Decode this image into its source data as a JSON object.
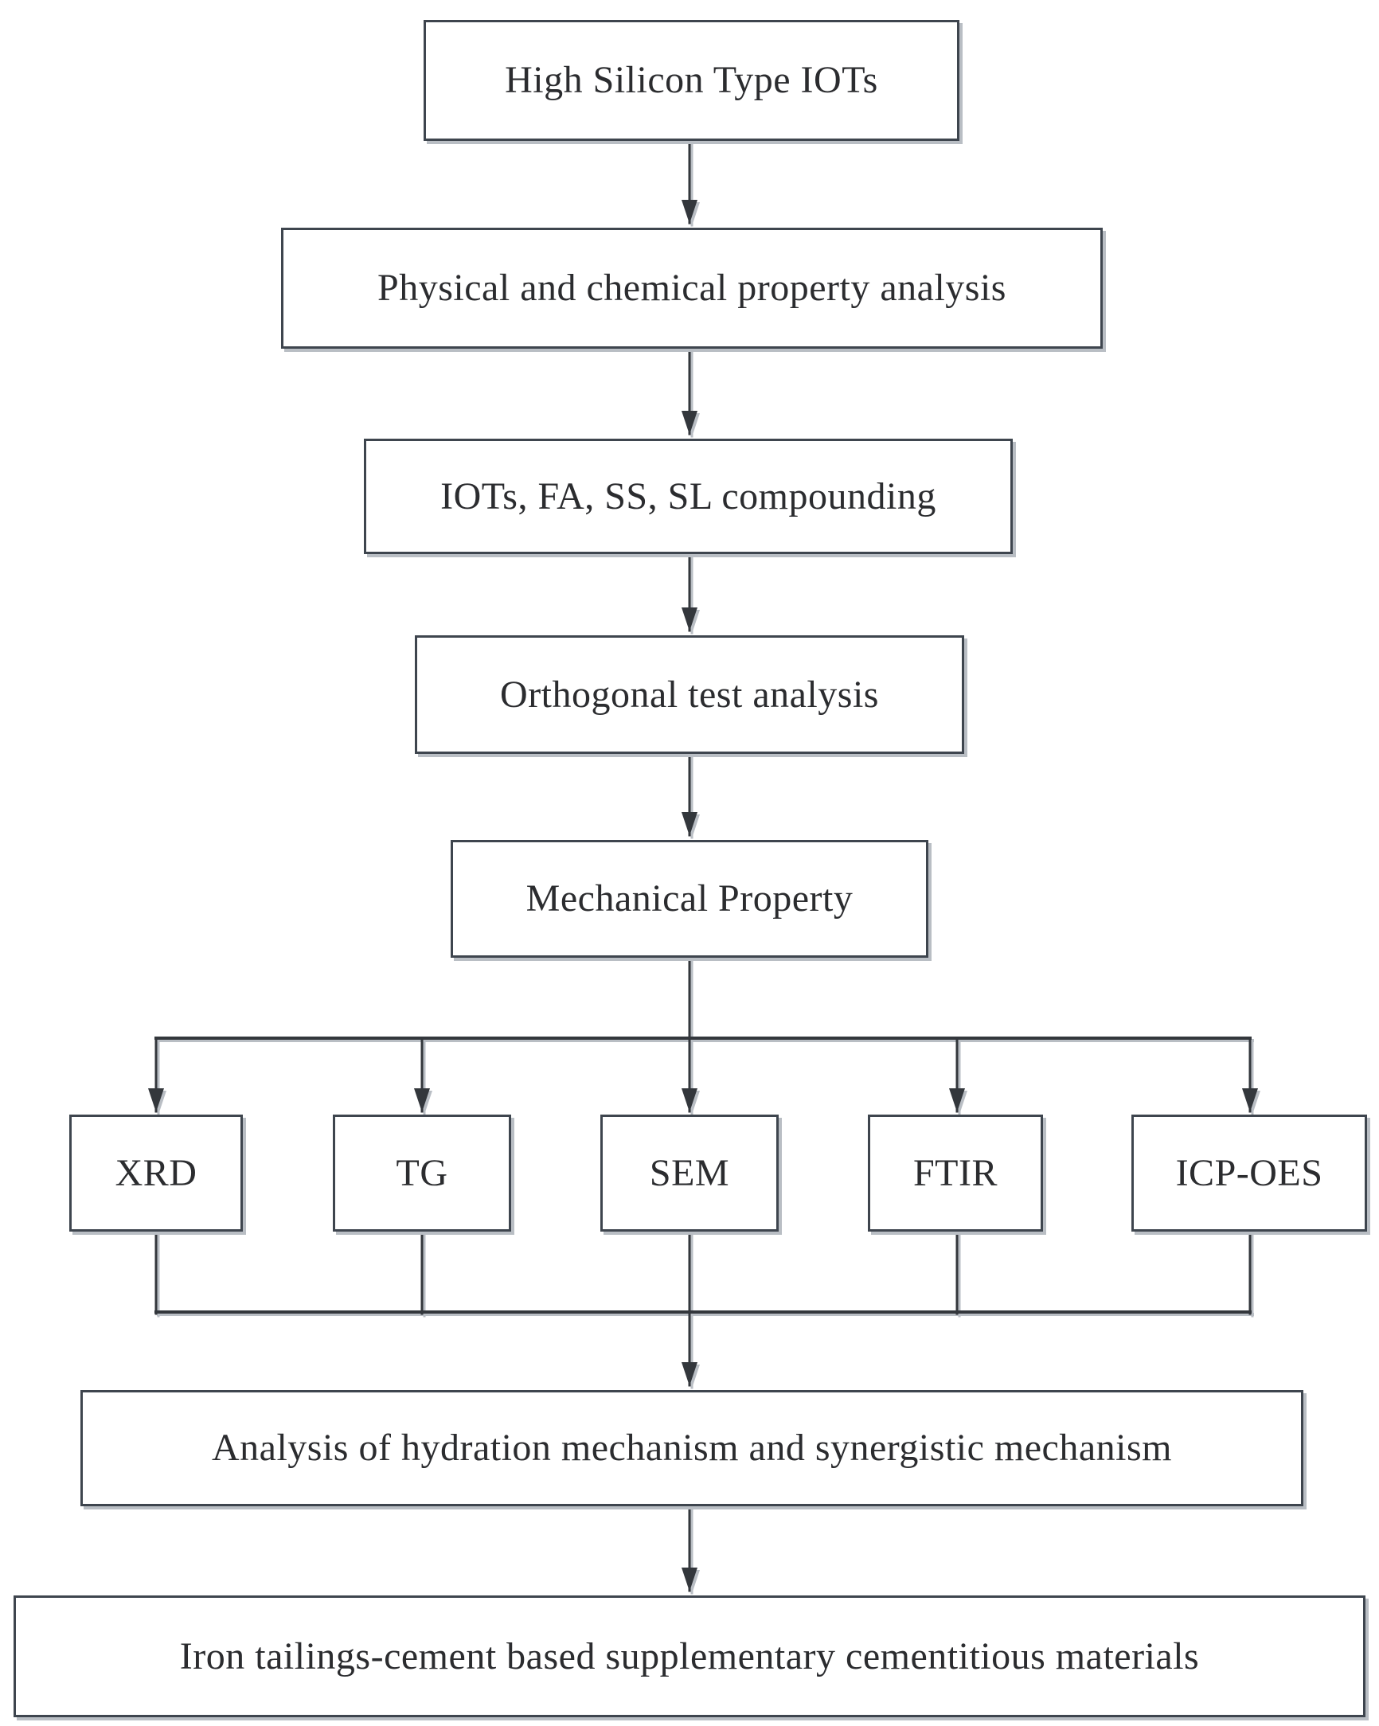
{
  "diagram": {
    "type": "flowchart",
    "nodes": [
      {
        "id": "high-silicon-iots",
        "label": "High Silicon Type IOTs"
      },
      {
        "id": "physical-chemical-analysis",
        "label": "Physical and chemical property analysis"
      },
      {
        "id": "compounding",
        "label": "IOTs, FA, SS, SL compounding"
      },
      {
        "id": "orthogonal-test",
        "label": "Orthogonal test analysis"
      },
      {
        "id": "mechanical-property",
        "label": "Mechanical Property"
      },
      {
        "id": "xrd",
        "label": "XRD"
      },
      {
        "id": "tg",
        "label": "TG"
      },
      {
        "id": "sem",
        "label": "SEM"
      },
      {
        "id": "ftir",
        "label": "FTIR"
      },
      {
        "id": "icp-oes",
        "label": "ICP-OES"
      },
      {
        "id": "hydration-synergistic-analysis",
        "label": "Analysis of hydration mechanism and synergistic mechanism"
      },
      {
        "id": "iron-tailings-cement",
        "label": "Iron tailings-cement based supplementary cementitious materials"
      }
    ],
    "edges": [
      {
        "from": "high-silicon-iots",
        "to": "physical-chemical-analysis"
      },
      {
        "from": "physical-chemical-analysis",
        "to": "compounding"
      },
      {
        "from": "compounding",
        "to": "orthogonal-test"
      },
      {
        "from": "orthogonal-test",
        "to": "mechanical-property"
      },
      {
        "from": "mechanical-property",
        "to": "xrd"
      },
      {
        "from": "mechanical-property",
        "to": "tg"
      },
      {
        "from": "mechanical-property",
        "to": "sem"
      },
      {
        "from": "mechanical-property",
        "to": "ftir"
      },
      {
        "from": "mechanical-property",
        "to": "icp-oes"
      },
      {
        "from": "xrd",
        "to": "hydration-synergistic-analysis"
      },
      {
        "from": "tg",
        "to": "hydration-synergistic-analysis"
      },
      {
        "from": "sem",
        "to": "hydration-synergistic-analysis"
      },
      {
        "from": "ftir",
        "to": "hydration-synergistic-analysis"
      },
      {
        "from": "icp-oes",
        "to": "hydration-synergistic-analysis"
      },
      {
        "from": "hydration-synergistic-analysis",
        "to": "iron-tailings-cement"
      }
    ],
    "colors": {
      "background": "#ffffff",
      "box_fill": "#ffffff",
      "box_border": "#3e454e",
      "connector": "#33373c",
      "text": "#2b2c2f",
      "shadow": "#b9bec4"
    }
  }
}
